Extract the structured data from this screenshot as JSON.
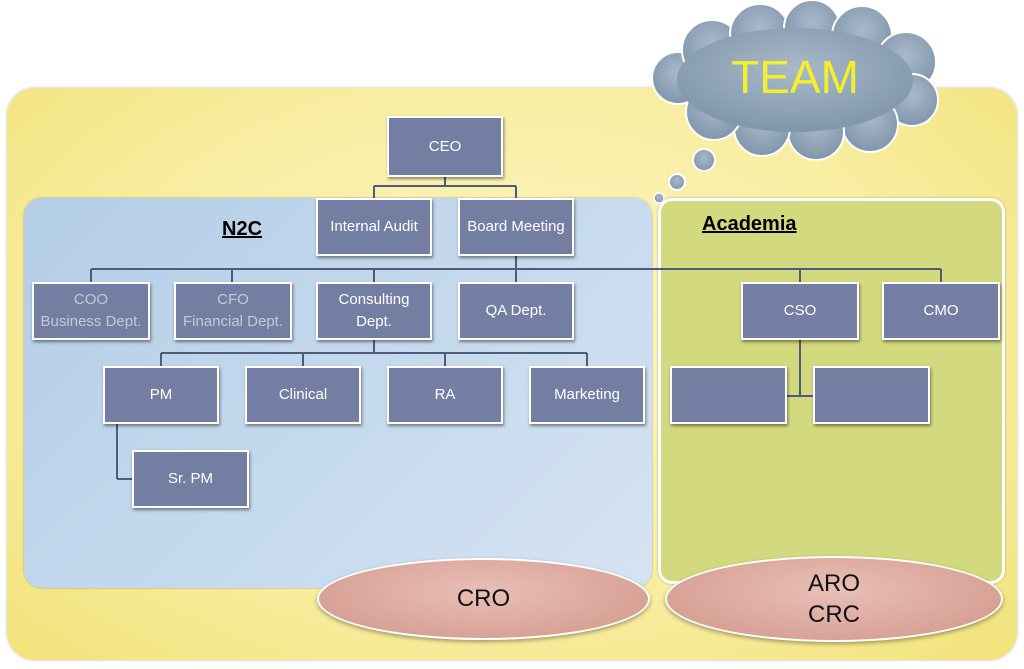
{
  "team_cloud": {
    "label": "TEAM"
  },
  "n2c": {
    "title": "N2C"
  },
  "academia": {
    "title": "Academia"
  },
  "nodes": {
    "ceo": "CEO",
    "internal_audit": "Internal Audit",
    "board_meeting": "Board Meeting",
    "coo": {
      "line1": "COO",
      "line2": "Business Dept."
    },
    "cfo": {
      "line1": "CFO",
      "line2": "Financial Dept."
    },
    "consulting": {
      "line1": "Consulting",
      "line2": "Dept."
    },
    "qa": "QA Dept.",
    "cso": "CSO",
    "cmo": "CMO",
    "pm": "PM",
    "clinical": "Clinical",
    "ra": "RA",
    "marketing": "Marketing",
    "sr_pm": "Sr. PM"
  },
  "ellipses": {
    "cro": "CRO",
    "aro": "ARO",
    "crc": "CRC"
  },
  "colors": {
    "node_fill": "#747ea3",
    "outer_panel": "#f8eda0",
    "n2c_panel": "#c6daee",
    "academia_panel": "#d3d97f",
    "ellipse_fill": "#d9a296",
    "cloud_fill": "#8fa3b7",
    "team_text": "#f2f02e"
  }
}
